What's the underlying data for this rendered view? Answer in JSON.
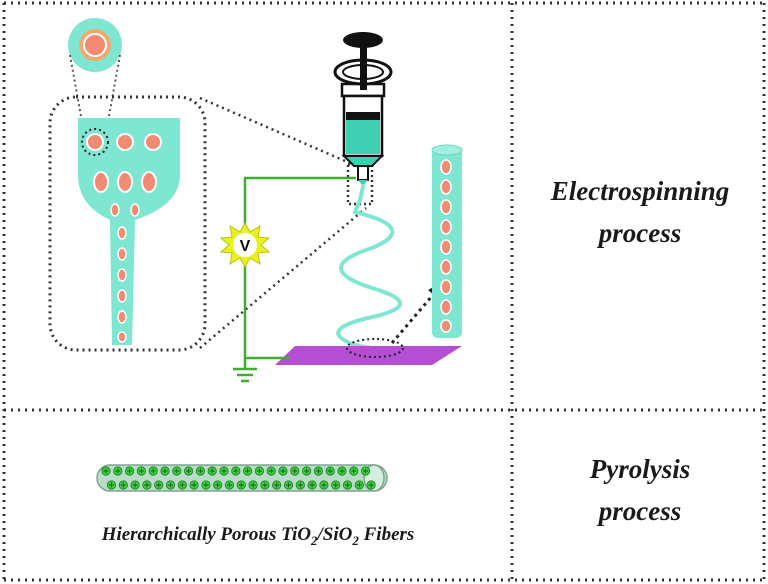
{
  "stages": [
    {
      "label_line1": "Electrospinning",
      "label_line2": "process"
    },
    {
      "label_line1": "Pyrolysis",
      "label_line2": "process"
    }
  ],
  "voltage_symbol": "V",
  "fiber_caption": {
    "prefix": "Hierarchically Porous TiO",
    "sub1": "2",
    "mid": "/SiO",
    "sub2": "2",
    "suffix": " Fibers"
  },
  "colors": {
    "fluid": "#7fe6d2",
    "droplet": "#f28b72",
    "collector": "#b44fd3",
    "wire": "#3fae2f",
    "source": "#e9f21c",
    "fiber_dot": "#34d23a"
  }
}
